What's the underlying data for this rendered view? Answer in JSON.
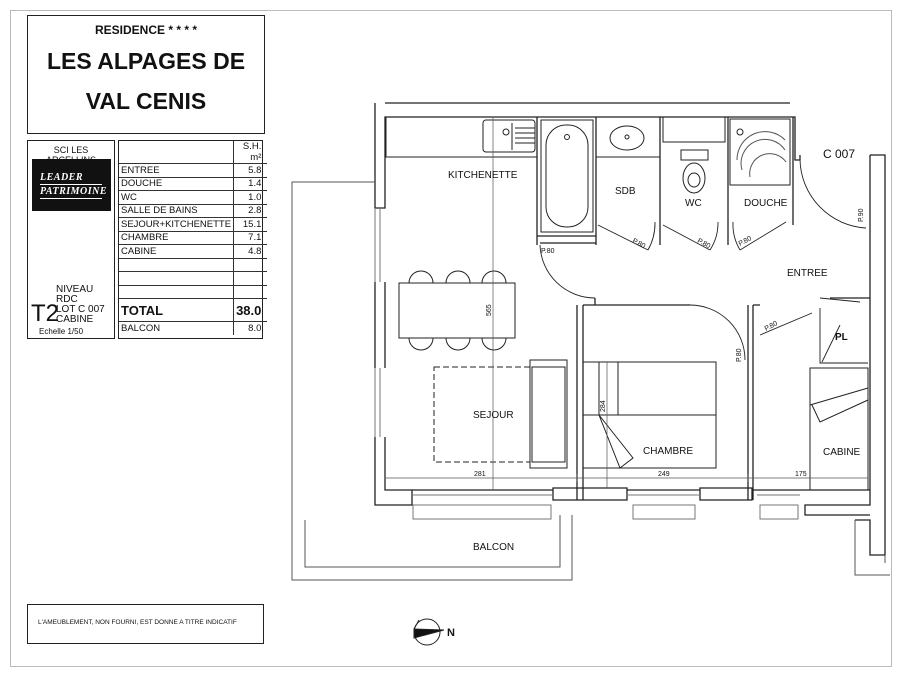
{
  "title": {
    "residence": "RESIDENCE * * * *",
    "name_line1": "LES ALPAGES DE",
    "name_line2": "VAL CENIS"
  },
  "info": {
    "company": "SCI LES ARCELLINS",
    "logo_line1": "LEADER",
    "logo_line2": "PATRIMOINE",
    "type": "T2",
    "level": "NIVEAU RDC",
    "lot": "LOT C 007",
    "variant": "CABINE",
    "scale": "Echelle 1/50"
  },
  "surfaces": {
    "header": "S.H. m²",
    "rows": [
      {
        "label": "ENTREE",
        "value": "5.8"
      },
      {
        "label": "DOUCHE",
        "value": "1.4"
      },
      {
        "label": "WC",
        "value": "1.0"
      },
      {
        "label": "SALLE DE BAINS",
        "value": "2.8"
      },
      {
        "label": "SEJOUR+KITCHENETTE",
        "value": "15.1"
      },
      {
        "label": "CHAMBRE",
        "value": "7.1"
      },
      {
        "label": "CABINE",
        "value": "4.8"
      }
    ],
    "total_label": "TOTAL",
    "total_value": "38.0",
    "balcon_label": "BALCON",
    "balcon_value": "8.0"
  },
  "disclaimer": "L'AMEUBLEMENT, NON FOURNI, EST DONNE A TITRE INDICATIF",
  "plan": {
    "lot_label": "C 007",
    "rooms": {
      "kitchenette": "KITCHENETTE",
      "sdb": "SDB",
      "wc": "WC",
      "douche": "DOUCHE",
      "entree": "ENTREE",
      "sejour": "SEJOUR",
      "chambre": "CHAMBRE",
      "cabine": "CABINE",
      "balcon": "BALCON",
      "pl": "PL"
    },
    "doors": {
      "sdb": "P.80",
      "wc": "P.80",
      "douche": "P.80",
      "sejour": "P.80",
      "entrance": "P.90",
      "chambre": "P.80",
      "cabine": "P.80"
    },
    "dimensions": {
      "sejour_width": "281",
      "chambre_width": "249",
      "cabine_width": "175",
      "depth": "565",
      "chambre_depth": "284"
    },
    "north_label": "N"
  }
}
